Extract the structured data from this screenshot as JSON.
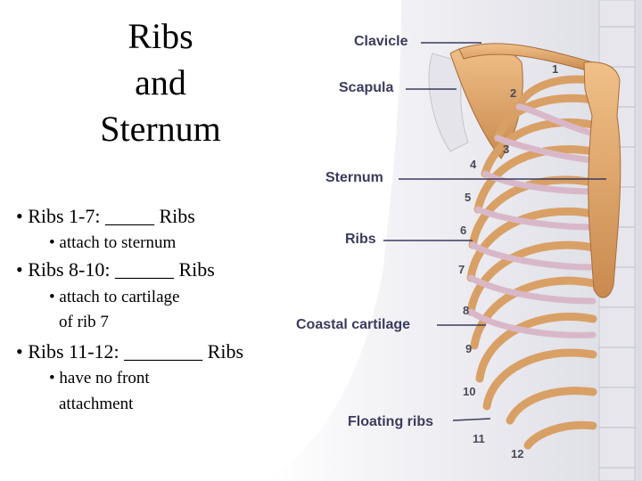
{
  "title": {
    "line1": "Ribs",
    "line2": "and",
    "line3": "Sternum"
  },
  "bullets": [
    {
      "text": "• Ribs 1-7: _____ Ribs",
      "sub": [
        "• attach to sternum"
      ]
    },
    {
      "text": "• Ribs 8-10: ______ Ribs",
      "sub": [
        "• attach to cartilage",
        "of rib 7"
      ]
    },
    {
      "text": "• Ribs 11-12: ________ Ribs",
      "sub": [
        "• have no front",
        "attachment"
      ]
    }
  ],
  "figure": {
    "labels": {
      "clavicle": "Clavicle",
      "scapula": "Scapula",
      "sternum": "Sternum",
      "ribs": "Ribs",
      "costal_cartilage": "Coastal cartilage",
      "floating_ribs": "Floating ribs"
    },
    "rib_numbers": [
      "1",
      "2",
      "3",
      "4",
      "5",
      "6",
      "7",
      "8",
      "9",
      "10",
      "11",
      "12"
    ],
    "colors": {
      "bone": "#d9a066",
      "cartilage": "#d8b8c8",
      "label": "#3b3b5e",
      "spine": "#e6e6ec"
    }
  }
}
